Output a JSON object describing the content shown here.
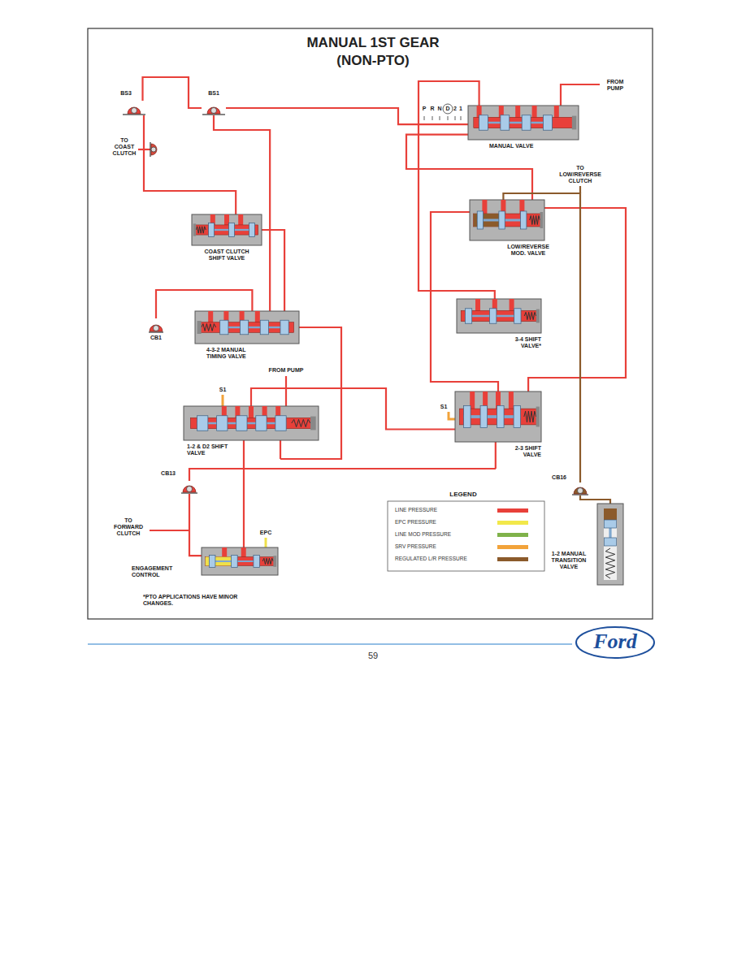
{
  "diagram": {
    "title": "MANUAL 1ST GEAR (NON-PTO)",
    "nodes": [
      {
        "text": [
          "BS3"
        ]
      },
      {
        "text": [
          "BS1"
        ]
      },
      {
        "text": [
          "MANUAL VALVE"
        ]
      },
      {
        "text": [
          "LOW/REVERSE MOD. VALVE"
        ]
      },
      {
        "text": [
          "COAST CLUTCH SHIFT VALVE"
        ]
      },
      {
        "text": [
          "CB1"
        ]
      },
      {
        "text": [
          "4-3-2 MANUAL TIMING VALVE"
        ]
      },
      {
        "text": [
          "3-4 SHIFT VALVE*"
        ]
      },
      {
        "text": [
          "1-2 & D2 SHIFT VALVE"
        ]
      },
      {
        "text": [
          "2-3 SHIFT VALVE"
        ]
      },
      {
        "text": [
          "CB13"
        ]
      },
      {
        "text": [
          "CB16"
        ]
      },
      {
        "text": [
          "ENGAGEMENT CONTROL"
        ]
      },
      {
        "text": [
          "1-2 MANUAL TRANSITION VALVE"
        ]
      }
    ],
    "edges": [
      {
        "from": 2,
        "to": 1,
        "arrow": "none"
      },
      {
        "from": 0,
        "to": 1,
        "arrow": "none"
      },
      {
        "from": 1,
        "to": 6,
        "arrow": "none"
      },
      {
        "from": 0,
        "to": 4,
        "arrow": "none"
      },
      {
        "from": 4,
        "to": 6,
        "arrow": "none"
      },
      {
        "from": 6,
        "to": 5,
        "arrow": "none"
      },
      {
        "from": 2,
        "to": 7,
        "arrow": "none"
      },
      {
        "from": 2,
        "to": 3,
        "arrow": "none"
      },
      {
        "from": 3,
        "to": 9,
        "arrow": "none"
      },
      {
        "from": 3,
        "to": 9,
        "arrow": "none"
      },
      {
        "from": 3,
        "to": 11,
        "arrow": "none"
      },
      {
        "from": 6,
        "to": 8,
        "arrow": "none"
      },
      {
        "from": 8,
        "to": 9,
        "arrow": "none"
      },
      {
        "from": 10,
        "to": 9,
        "arrow": "none"
      },
      {
        "from": 8,
        "to": 12,
        "arrow": "none"
      },
      {
        "from": 10,
        "to": 12,
        "arrow": "none"
      },
      {
        "from": 11,
        "to": 13,
        "arrow": "none"
      }
    ],
    "labels": [
      "FROM PUMP",
      "P",
      "R",
      "N",
      "D",
      "2",
      "1",
      "TO LOW/REVERSE CLUTCH",
      "TO COAST CLUTCH",
      "FROM PUMP",
      "S1",
      "S1",
      "TO FORWARD CLUTCH",
      "EPC",
      "LEGEND",
      "*PTO APPLICATIONS HAVE MINOR CHANGES.",
      "59",
      "Ford"
    ],
    "legend": [
      {
        "text": "LINE PRESSURE",
        "color": "#e8403a"
      },
      {
        "text": "EPC PRESSURE",
        "color": "#f2e84a"
      },
      {
        "text": "LINE MOD PRESSURE",
        "color": "#7fb24a"
      },
      {
        "text": "SRV PRESSURE",
        "color": "#f2a33a"
      },
      {
        "text": "REGULATED L/R PRESSURE",
        "color": "#8b5a2b"
      }
    ]
  }
}
